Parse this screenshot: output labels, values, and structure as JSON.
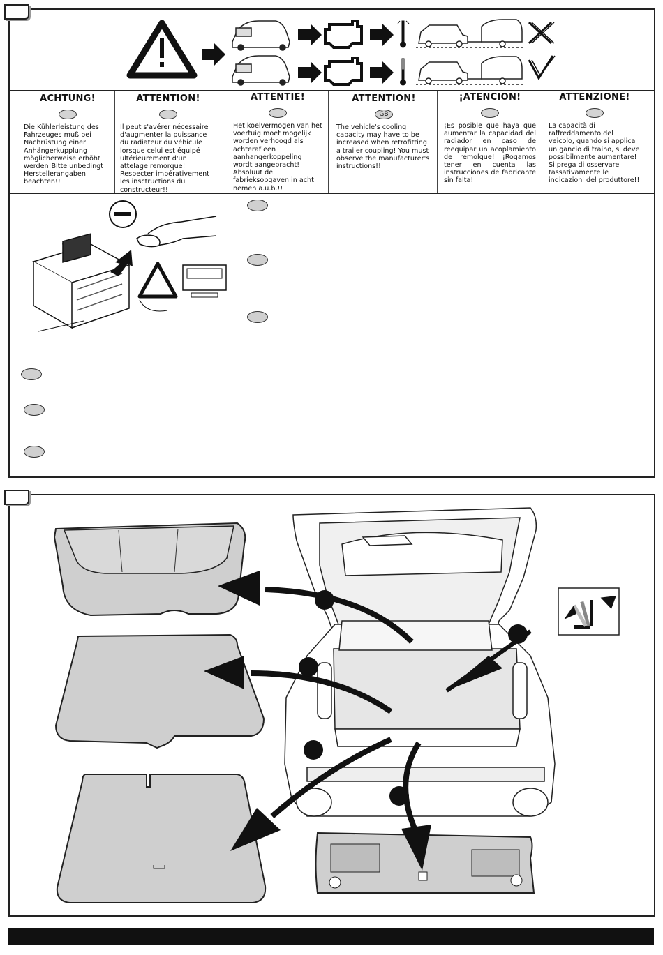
{
  "warnings": [
    {
      "title": "ACHTUNG!",
      "lang": "",
      "body": "Die Kühlerleistung des Fahrzeuges muß bei Nachrüstung einer Anhängerkupplung möglicherweise erhöht werden!Bitte unbedingt Herstellerangaben beachten!!"
    },
    {
      "title": "ATTENTION!",
      "lang": "",
      "body": "Il peut s'avérer nécessaire d'augmenter la puissance du radiateur du véhicule lorsque celui est équipé ultérieurement d'un attelage remorque! Respecter impérativement les insctructions du constructeur!!"
    },
    {
      "title": "ATTENTIE!",
      "lang": "",
      "body": "Het koelvermogen van het voertuig moet mogelijk worden verhoogd als achteraf een aanhangerkoppeling wordt aangebracht! Absoluut de fabrieksopgaven in acht nemen a.u.b.!!"
    },
    {
      "title": "ATTENTION!",
      "lang": "GB",
      "body": "The vehicle's cooling capacity may have to be increased when retrofitting a trailer coupling! You must observe the manufacturer's instructions!!"
    },
    {
      "title": "¡ATENCION!",
      "lang": "",
      "body": "¡Es posible que haya que aumentar la capacidad del radiador en caso de reequipar un acoplamiento de remolque! ¡Rogamos tener en cuenta las instrucciones de fabricante sin falta!"
    },
    {
      "title": "ATTENZIONE!",
      "lang": "",
      "body": "La capacità di raffreddamento del veicolo, quando si applica un gancio di traino, si deve possibilmente aumentare! Si prega di osservare tassativamente le indicazioni del produttore!!"
    }
  ],
  "icons": {
    "battery_minus": "−",
    "cross_mark": "✗",
    "check_mark": "✓",
    "exclamation": "!"
  }
}
